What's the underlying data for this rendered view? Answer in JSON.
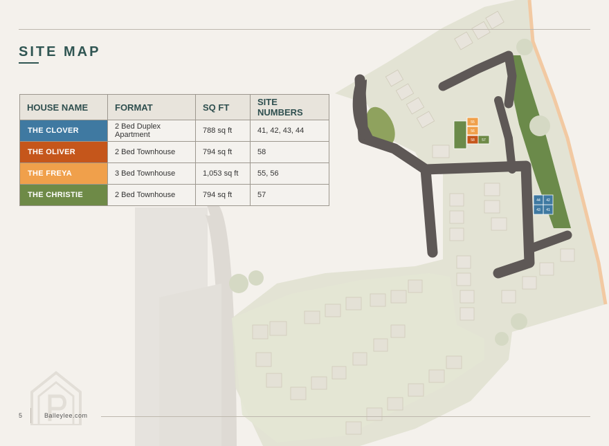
{
  "page": {
    "title": "SITE MAP",
    "page_number": "5",
    "website": "Balleylee.com"
  },
  "table": {
    "headers": [
      "HOUSE NAME",
      "FORMAT",
      "SQ FT",
      "SITE NUMBERS"
    ],
    "rows": [
      {
        "name": "THE CLOVER",
        "format": "2 Bed Duplex Apartment",
        "sqft": "788 sq ft",
        "sites": "41, 42, 43, 44",
        "color": "#3f79a1"
      },
      {
        "name": "THE OLIVER",
        "format": "2 Bed Townhouse",
        "sqft": "794 sq ft",
        "sites": "58",
        "color": "#c5561b"
      },
      {
        "name": "THE FREYA",
        "format": "3 Bed Townhouse",
        "sqft": "1,053 sq ft",
        "sites": "55, 56",
        "color": "#f0a04b"
      },
      {
        "name": "THE CHRISTIE",
        "format": "2 Bed Townhouse",
        "sqft": "794 sq ft",
        "sites": "57",
        "color": "#6e8a47"
      }
    ]
  },
  "map": {
    "plot_labels": [
      "55",
      "56",
      "58",
      "57",
      "41",
      "42",
      "43",
      "44"
    ],
    "colors": {
      "road": "#5e5856",
      "green": "#6b8a4a",
      "boundary": "#f2c9a2",
      "site_base": "#dfe0d0"
    }
  }
}
